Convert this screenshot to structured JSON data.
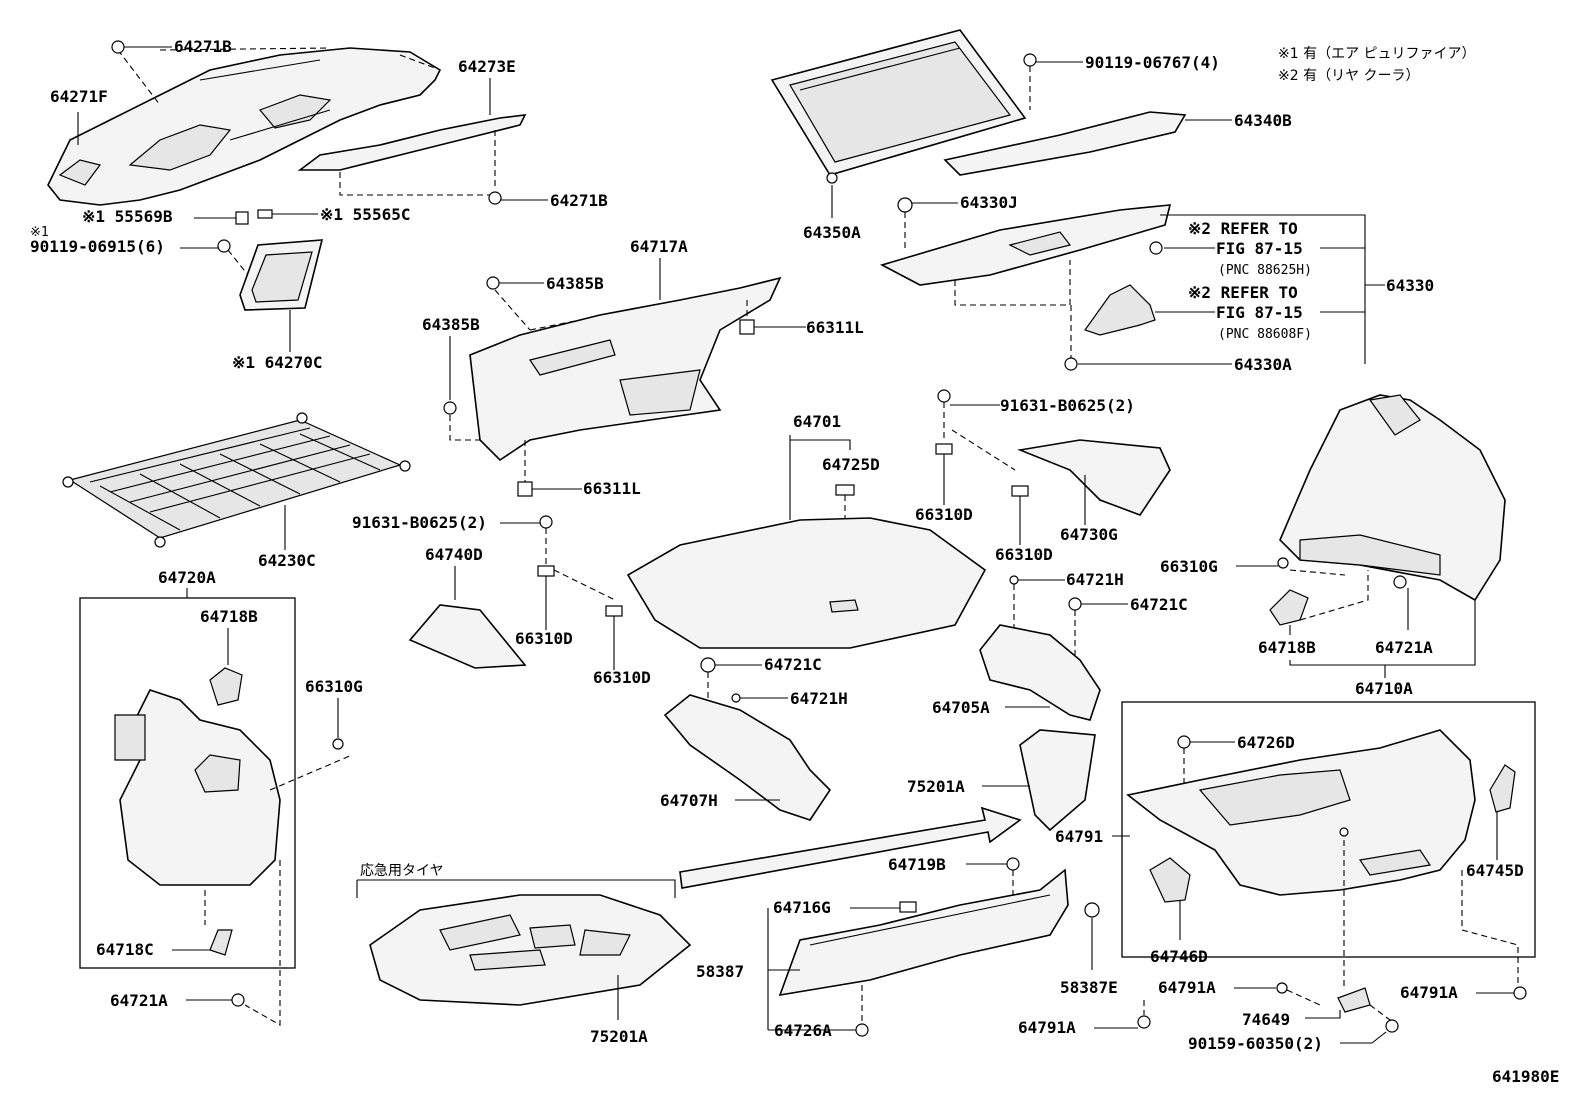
{
  "notes": {
    "note1": "※1 有（エア ピュリファイア）",
    "note2": "※2 有（リヤ クーラ）",
    "spare_tire": "応急用タイヤ",
    "fig_id": "641980E",
    "refer1_a": "※2 REFER TO",
    "refer1_b": "FIG 87-15",
    "refer1_c": "(PNC 88625H)",
    "refer2_a": "※2 REFER TO",
    "refer2_b": "FIG 87-15",
    "refer2_c": "(PNC 88608F)",
    "star1": "※1"
  },
  "labels": {
    "p64271B_top": "64271B",
    "p64271F": "64271F",
    "p64273E": "64273E",
    "p64271B_bot": "64271B",
    "p55569B": "※1 55569B",
    "p55565C": "※1 55565C",
    "p90119_06915": "90119-06915(6)",
    "p64270C": "※1 64270C",
    "p90119_06767": "90119-06767(4)",
    "p64340B": "64340B",
    "p64330J": "64330J",
    "p64350A": "64350A",
    "p64330": "64330",
    "p64330A": "64330A",
    "p64717A": "64717A",
    "p64385B_a": "64385B",
    "p64385B_b": "64385B",
    "p66311L_a": "66311L",
    "p66311L_b": "66311L",
    "p64230C": "64230C",
    "p91631_a": "91631-B0625(2)",
    "p91631_b": "91631-B0625(2)",
    "p64701": "64701",
    "p64725D": "64725D",
    "p66310D_a": "66310D",
    "p66310D_b": "66310D",
    "p66310D_c": "66310D",
    "p66310D_d": "66310D",
    "p64730G": "64730G",
    "p64740D": "64740D",
    "p64720A": "64720A",
    "p64718B_a": "64718B",
    "p66310G_a": "66310G",
    "p64718C": "64718C",
    "p64721A_a": "64721A",
    "p64721C_a": "64721C",
    "p64721H_a": "64721H",
    "p64707H": "64707H",
    "p64721H_b": "64721H",
    "p64721C_b": "64721C",
    "p64705A": "64705A",
    "p75201A_a": "75201A",
    "p66310G_b": "66310G",
    "p64718B_b": "64718B",
    "p64721A_b": "64721A",
    "p64710A": "64710A",
    "p64726D": "64726D",
    "p64791": "64791",
    "p64745D": "64745D",
    "p64746D": "64746D",
    "p64719B": "64719B",
    "p64716G": "64716G",
    "p58387": "58387",
    "p58387E": "58387E",
    "p64726A": "64726A",
    "p75201A_b": "75201A",
    "p64791A_a": "64791A",
    "p64791A_b": "64791A",
    "p64791A_c": "64791A",
    "p74649": "74649",
    "p90159": "90159-60350(2)"
  }
}
